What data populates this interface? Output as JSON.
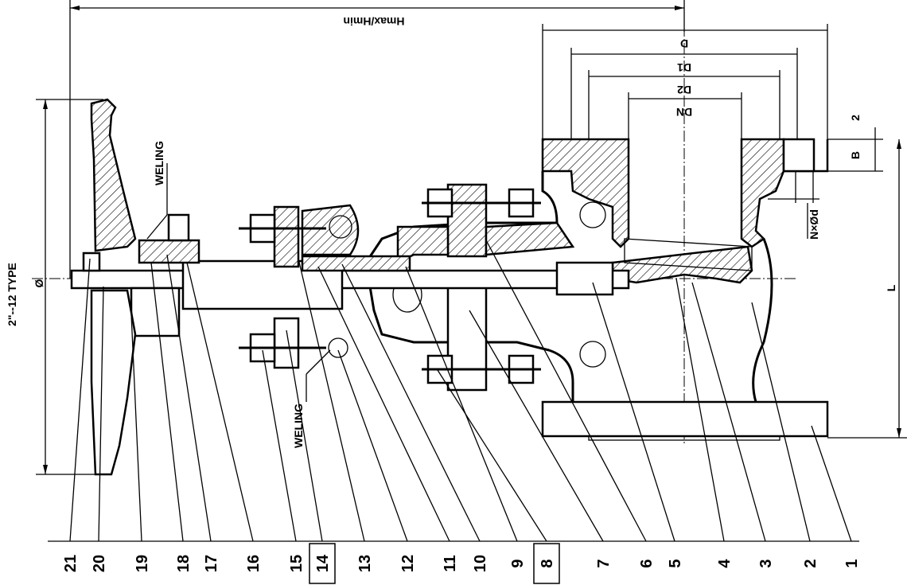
{
  "type_label": "2\"--12 TYPE",
  "dimensions": {
    "hmax_hmin": "Hmax/Hmin",
    "d": "D",
    "d1": "D1",
    "d2": "D2",
    "dn": "DN",
    "b": "B",
    "two": "2",
    "n_d": "N×Ød",
    "l": "L",
    "phi": "Ø"
  },
  "weling_labels": [
    "WELING",
    "WELING"
  ],
  "part_numbers": [
    "21",
    "20",
    "19",
    "18",
    "17",
    "16",
    "15",
    "14",
    "13",
    "12",
    "11",
    "10",
    "9",
    "8",
    "7",
    "6",
    "5",
    "4",
    "3",
    "2",
    "1"
  ],
  "boxed_parts": [
    "14",
    "8"
  ]
}
